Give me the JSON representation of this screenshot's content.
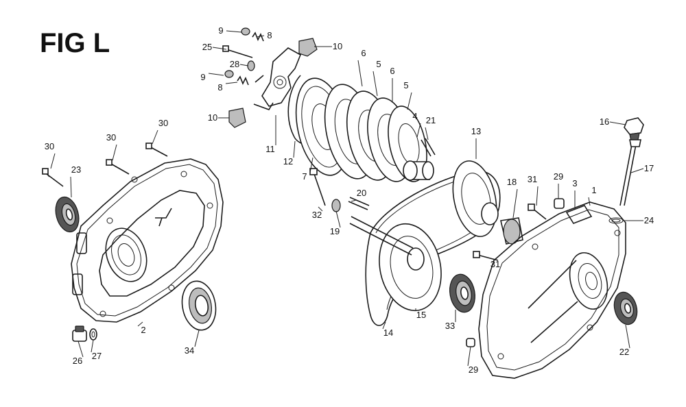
{
  "figure": {
    "title": "FIG L"
  },
  "callouts": [
    {
      "label": "9"
    },
    {
      "label": "8"
    },
    {
      "label": "10"
    },
    {
      "label": "25"
    },
    {
      "label": "28"
    },
    {
      "label": "9"
    },
    {
      "label": "8"
    },
    {
      "label": "10"
    },
    {
      "label": "11"
    },
    {
      "label": "12"
    },
    {
      "label": "7"
    },
    {
      "label": "6"
    },
    {
      "label": "5"
    },
    {
      "label": "6"
    },
    {
      "label": "5"
    },
    {
      "label": "4"
    },
    {
      "label": "21"
    },
    {
      "label": "13"
    },
    {
      "label": "16"
    },
    {
      "label": "17"
    },
    {
      "label": "30"
    },
    {
      "label": "30"
    },
    {
      "label": "30"
    },
    {
      "label": "23"
    },
    {
      "label": "20"
    },
    {
      "label": "32"
    },
    {
      "label": "19"
    },
    {
      "label": "18"
    },
    {
      "label": "31"
    },
    {
      "label": "29"
    },
    {
      "label": "3"
    },
    {
      "label": "1"
    },
    {
      "label": "24"
    },
    {
      "label": "31"
    },
    {
      "label": "2"
    },
    {
      "label": "26"
    },
    {
      "label": "27"
    },
    {
      "label": "34"
    },
    {
      "label": "33"
    },
    {
      "label": "15"
    },
    {
      "label": "14"
    },
    {
      "label": "22"
    },
    {
      "label": "29"
    }
  ]
}
